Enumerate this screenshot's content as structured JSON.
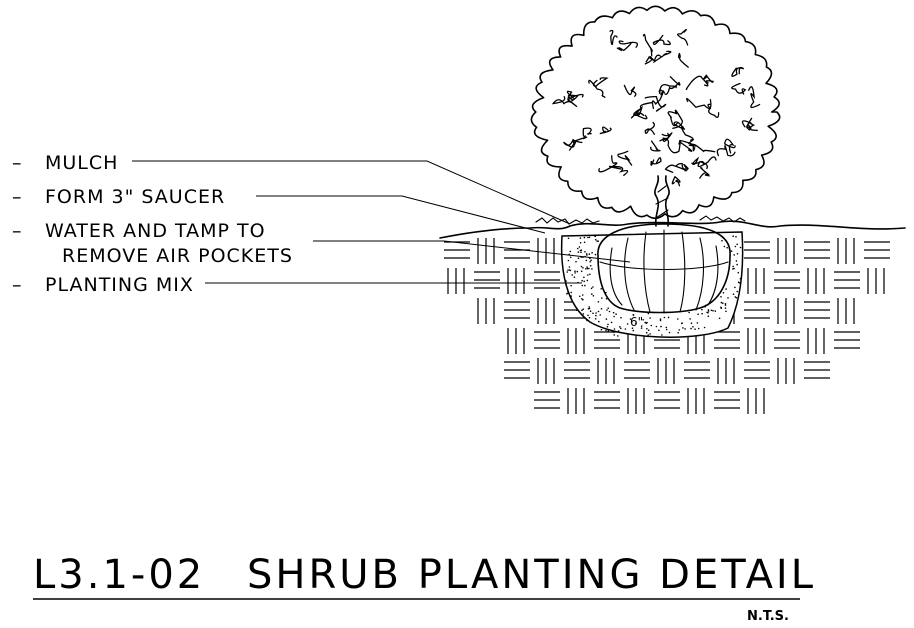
{
  "detail": {
    "callouts": [
      {
        "dash": "–",
        "line1": "MULCH",
        "line2": ""
      },
      {
        "dash": "–",
        "line1": "FORM 3\" SAUCER",
        "line2": ""
      },
      {
        "dash": "–",
        "line1": "WATER AND TAMP TO",
        "line2": "REMOVE AIR POCKETS"
      },
      {
        "dash": "–",
        "line1": "PLANTING MIX",
        "line2": ""
      }
    ],
    "dimension": "6\"",
    "title_id": "L3.1-02",
    "title_text": "SHRUB PLANTING DETAIL",
    "scale_note": "N.T.S."
  },
  "colors": {
    "ink": "#000000",
    "background": "#ffffff"
  }
}
